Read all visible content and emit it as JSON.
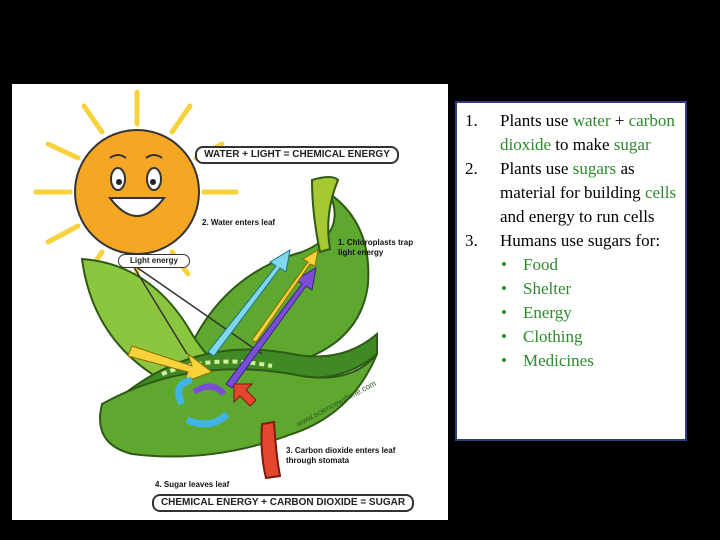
{
  "illustration": {
    "top_banner": "WATER + LIGHT = CHEMICAL ENERGY",
    "bottom_banner": "CHEMICAL ENERGY + CARBON DIOXIDE = SUGAR",
    "light_energy": "Light energy",
    "step1": "1. Chloroplasts trap light energy",
    "step2": "2. Water enters leaf",
    "step3": "3. Carbon dioxide enters leaf through stomata",
    "step4": "4. Sugar leaves leaf",
    "watermark": "www.sciencewithme.com"
  },
  "points": [
    {
      "number": "1.",
      "parts": [
        {
          "text": "Plants use "
        },
        {
          "text": "water",
          "hl": true
        },
        {
          "text": " + "
        },
        {
          "text": "carbon dioxide",
          "hl": true
        },
        {
          "text": " to make "
        },
        {
          "text": "sugar",
          "hl": true
        }
      ]
    },
    {
      "number": "2.",
      "parts": [
        {
          "text": "Plants use "
        },
        {
          "text": "sugars",
          "hl": true
        },
        {
          "text": " as material for building "
        },
        {
          "text": "cells",
          "hl": true
        },
        {
          "text": " and energy to run cells"
        }
      ]
    },
    {
      "number": "3.",
      "parts": [
        {
          "text": "Humans use sugars for:"
        }
      ]
    }
  ],
  "uses": [
    "Food",
    "Shelter",
    "Energy",
    "Clothing",
    "Medicines"
  ],
  "colors": {
    "highlight": "#2c8a2c",
    "border": "#2e3f7e",
    "leaf": "#5fa830",
    "sun": "#f5a623"
  }
}
